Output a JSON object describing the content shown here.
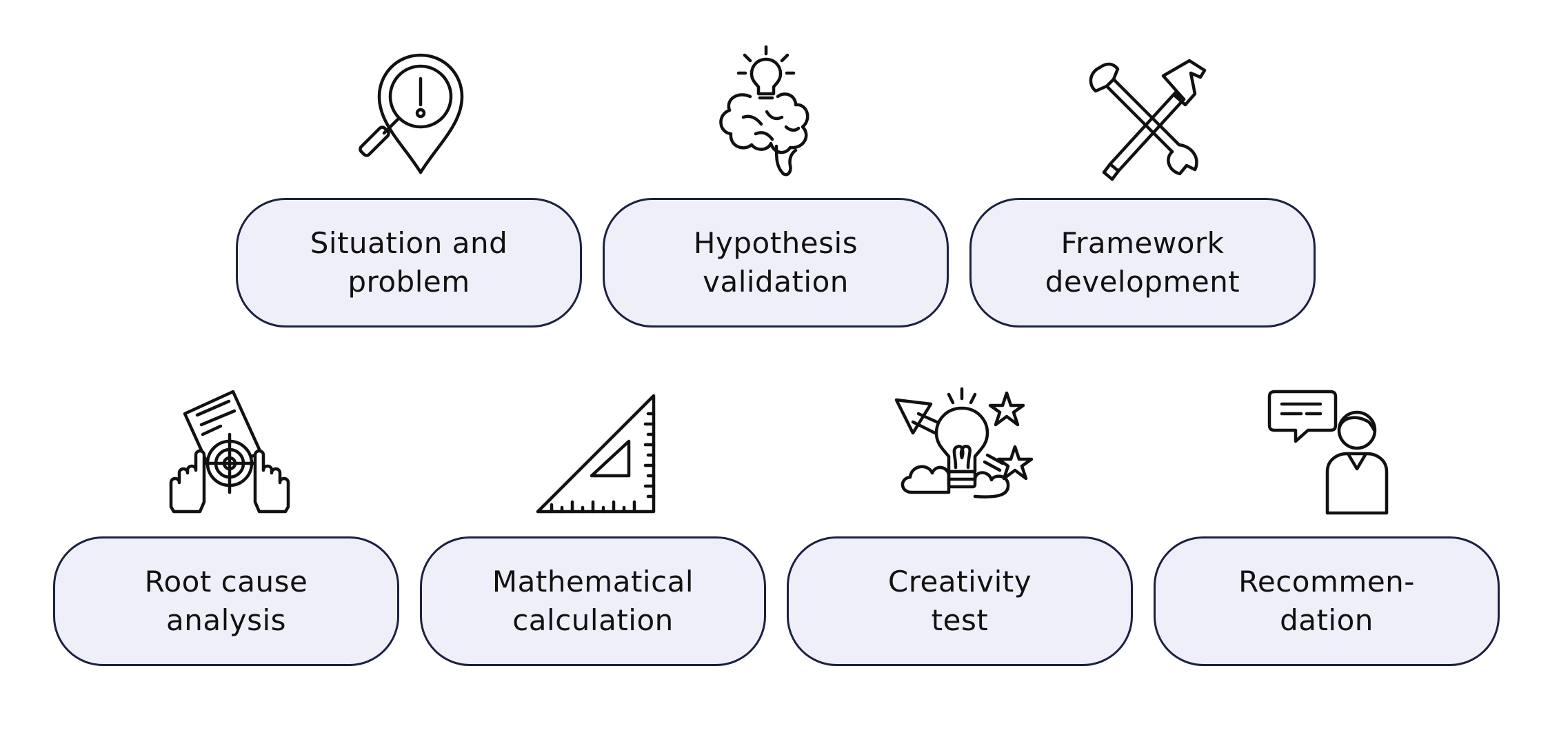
{
  "colors": {
    "card_bg": "#efeffa",
    "card_border": "#1b2140",
    "text": "#111111",
    "icon_stroke": "#111111"
  },
  "steps": [
    {
      "label": "Situation and\nproblem",
      "icon": "search-alert-pin-icon"
    },
    {
      "label": "Hypothesis\nvalidation",
      "icon": "brain-lightbulb-icon"
    },
    {
      "label": "Framework\ndevelopment",
      "icon": "wrench-hammer-icon"
    },
    {
      "label": "Root cause\nanalysis",
      "icon": "target-document-hands-icon"
    },
    {
      "label": "Mathematical\ncalculation",
      "icon": "set-square-ruler-icon"
    },
    {
      "label": "Creativity\ntest",
      "icon": "lightbulb-rocket-stars-icon"
    },
    {
      "label": "Recommen-\ndation",
      "icon": "person-speech-bubble-icon"
    }
  ]
}
